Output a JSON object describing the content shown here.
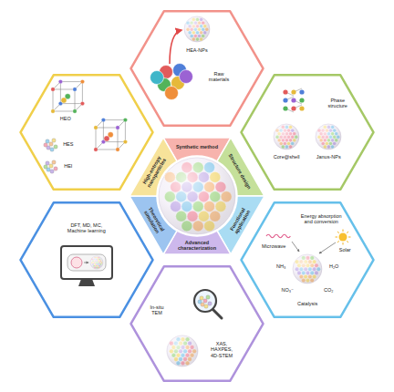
{
  "diagram": {
    "nodes": [
      {
        "text": [
          "HEA-NPs",
          "Raw materials"
        ]
      },
      {
        "text": [
          "Phase structure",
          "Core@shell",
          "Janus-NPs"
        ]
      },
      {
        "text": [
          "Energy absorption and conversion",
          "Microwave",
          "Solar",
          "NH₃",
          "H₂O",
          "NO₃⁻",
          "CO₂",
          "Catalysis"
        ]
      },
      {
        "text": [
          "In-situ TEM",
          "XAS, HAXPES, 4D-STEM"
        ]
      },
      {
        "text": [
          "DFT, MD, MC, Machine learning"
        ]
      },
      {
        "text": [
          "HEO",
          "HES",
          "HEI"
        ]
      },
      {
        "text": [
          "Synthetic method"
        ]
      },
      {
        "text": [
          "Structure design"
        ]
      },
      {
        "text": [
          "Functional application"
        ]
      },
      {
        "text": [
          "Advanced characterization"
        ]
      },
      {
        "text": [
          "Theoretical simulation"
        ]
      },
      {
        "text": [
          "High-entropy nanoparticles"
        ]
      }
    ]
  }
}
